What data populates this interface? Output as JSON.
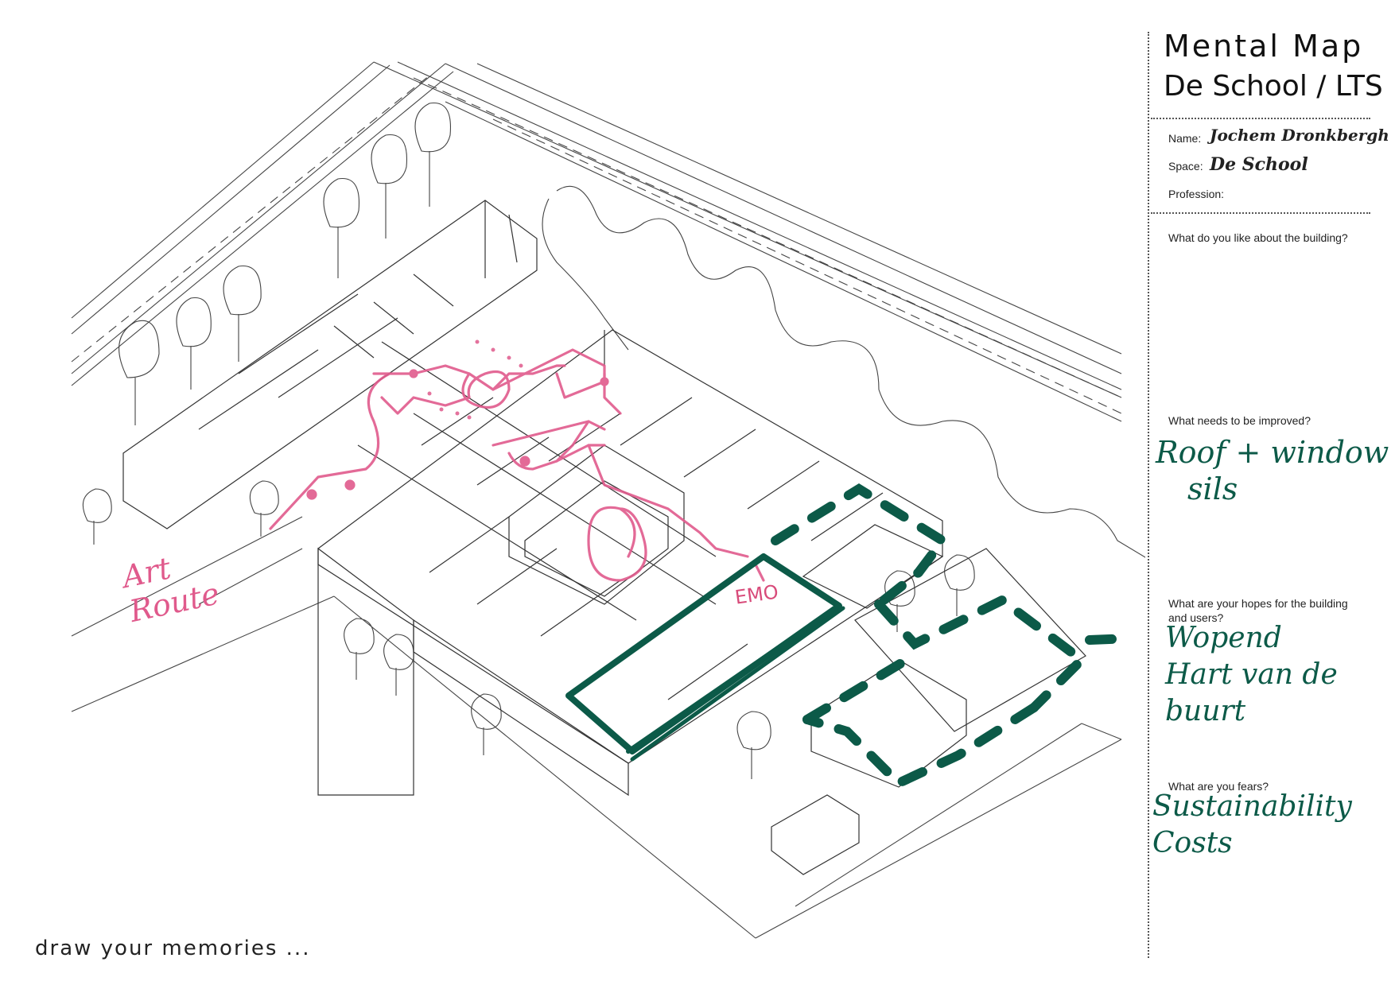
{
  "header": {
    "title_line1": "Mental Map",
    "title_line2": "De School / LTS"
  },
  "form": {
    "name_label": "Name:",
    "name_value": "Jochem Dronkbergh",
    "space_label": "Space:",
    "space_value": "De School",
    "profession_label": "Profession:",
    "profession_value": ""
  },
  "questions": [
    {
      "question": "What do you like about the building?",
      "answer": ""
    },
    {
      "question": "What needs to be improved?",
      "answer_lines": [
        "Roof + window",
        "sils"
      ]
    },
    {
      "question": "What are your hopes for the building and users?",
      "answer_lines": [
        "Wopend",
        "Hart van de",
        "buurt"
      ]
    },
    {
      "question": "What are you fears?",
      "answer_lines": [
        "Sustainability",
        "Costs"
      ]
    }
  ],
  "drawing": {
    "annotation_art_route": [
      "Art",
      "Route"
    ],
    "annotation_tag": "EMO",
    "ink_colors": {
      "pink": "#e05a8c",
      "green": "#0c5a48",
      "line": "#333333"
    }
  },
  "footer": {
    "prompt": "draw your memories ..."
  }
}
